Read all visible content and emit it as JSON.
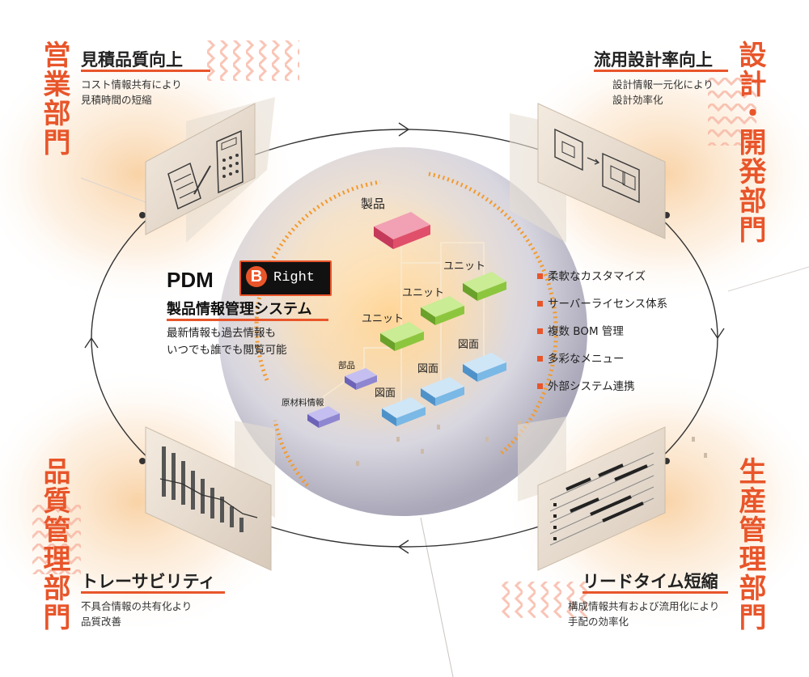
{
  "center": {
    "pdm_label": "PDM",
    "logo_text": "Right",
    "system_title": "製品情報管理システム",
    "description": "最新情報も過去情報も\nいつでも誰でも閲覧可能"
  },
  "departments": {
    "sales": "営業部門",
    "design": "設計・開発部門",
    "quality": "品質管理部門",
    "production": "生産管理部門"
  },
  "corners": {
    "top_left": {
      "title": "見積品質向上",
      "desc": "コスト情報共有により\n見積時間の短縮"
    },
    "top_right": {
      "title": "流用設計率向上",
      "desc": "設計情報一元化により\n設計効率化"
    },
    "bottom_left": {
      "title": "トレーサビリティ",
      "desc": "不具合情報の共有化より\n品質改善"
    },
    "bottom_right": {
      "title": "リードタイム短縮",
      "desc": "構成情報共有および流用化により\n手配の効率化"
    }
  },
  "bom_nodes": {
    "product": "製品",
    "unit1": "ユニット",
    "unit2": "ユニット",
    "unit3": "ユニット",
    "drawing1": "図面",
    "drawing2": "図面",
    "drawing3": "図面",
    "part": "部品",
    "material": "原材料情報"
  },
  "features": [
    "柔軟なカスタマイズ",
    "サーバーライセンス体系",
    "複数 BOM 管理",
    "多彩なメニュー",
    "外部システム連携"
  ],
  "colors": {
    "accent": "#e8552a",
    "product_box": "#e0506a",
    "unit_box": "#8cc63e",
    "drawing_box": "#7ab8e6",
    "part_box": "#8e86d0"
  }
}
